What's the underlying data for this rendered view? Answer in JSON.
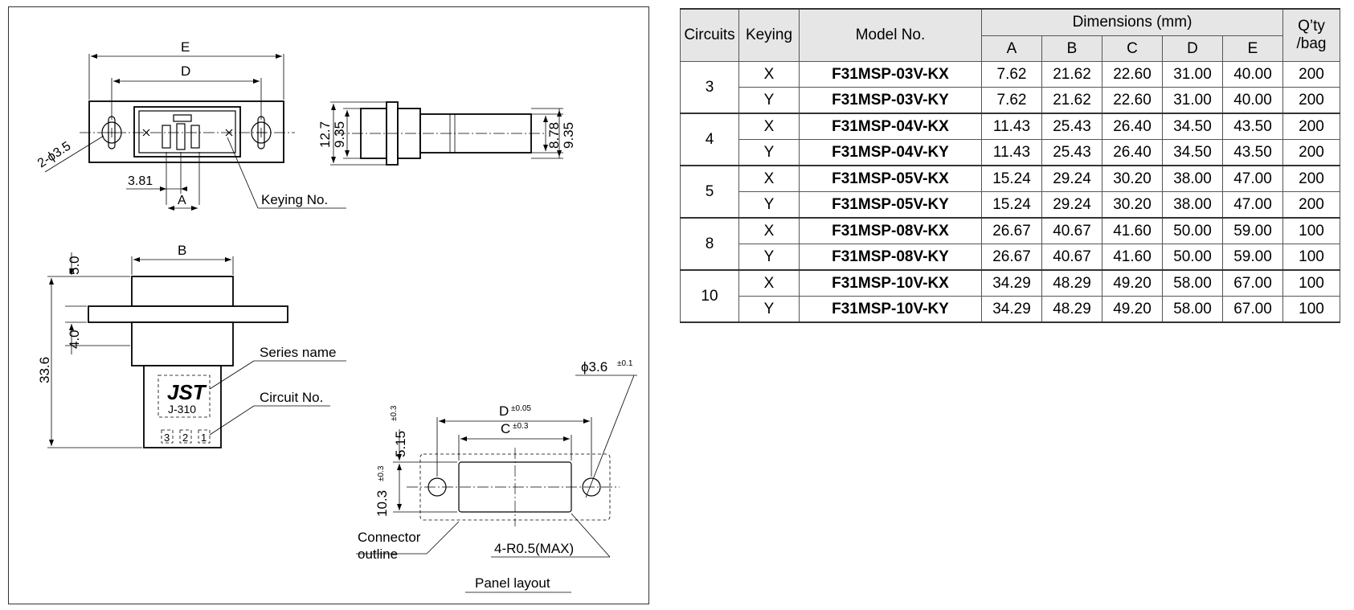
{
  "drawing": {
    "labels": {
      "dim_e": "E",
      "dim_d": "D",
      "dim_a": "A",
      "dim_b": "B",
      "hole": "2-ϕ3.5",
      "pitch": "3.81",
      "keying_no": "Keying No.",
      "h_127": "12.7",
      "h_935_left": "9.35",
      "h_878": "8.78",
      "h_935_right": "9.35",
      "v_50": "5.0",
      "v_40": "4.0",
      "v_336": "33.6",
      "series_name": "Series name",
      "circuit_no": "Circuit No.",
      "logo_text": "JST",
      "series_code": "J-310",
      "pin_3": "3",
      "pin_2": "2",
      "pin_1": "1",
      "panel_d": "D",
      "panel_d_tol": "±0.05",
      "panel_c": "C",
      "panel_c_tol": "±0.3",
      "panel_515": "5.15",
      "panel_515_tol": "±0.3",
      "panel_103": "10.3",
      "panel_103_tol": "±0.3",
      "panel_hole": "ϕ3.6",
      "panel_hole_tol": "±0.1",
      "connector_outline_1": "Connector",
      "connector_outline_2": "outline",
      "radius": "4-R0.5(MAX)",
      "panel_layout": "Panel layout"
    }
  },
  "table": {
    "headers": {
      "circuits": "Circuits",
      "keying": "Keying",
      "model": "Model No.",
      "dimensions": "Dimensions (mm)",
      "qty_1": "Q’ty",
      "qty_2": "/bag",
      "cols": [
        "A",
        "B",
        "C",
        "D",
        "E"
      ]
    },
    "groups": [
      {
        "circuits": "3",
        "rows": [
          {
            "keying": "X",
            "model": "F31MSP-03V-KX",
            "dims": [
              "7.62",
              "21.62",
              "22.60",
              "31.00",
              "40.00"
            ],
            "qty": "200"
          },
          {
            "keying": "Y",
            "model": "F31MSP-03V-KY",
            "dims": [
              "7.62",
              "21.62",
              "22.60",
              "31.00",
              "40.00"
            ],
            "qty": "200"
          }
        ]
      },
      {
        "circuits": "4",
        "rows": [
          {
            "keying": "X",
            "model": "F31MSP-04V-KX",
            "dims": [
              "11.43",
              "25.43",
              "26.40",
              "34.50",
              "43.50"
            ],
            "qty": "200"
          },
          {
            "keying": "Y",
            "model": "F31MSP-04V-KY",
            "dims": [
              "11.43",
              "25.43",
              "26.40",
              "34.50",
              "43.50"
            ],
            "qty": "200"
          }
        ]
      },
      {
        "circuits": "5",
        "rows": [
          {
            "keying": "X",
            "model": "F31MSP-05V-KX",
            "dims": [
              "15.24",
              "29.24",
              "30.20",
              "38.00",
              "47.00"
            ],
            "qty": "200"
          },
          {
            "keying": "Y",
            "model": "F31MSP-05V-KY",
            "dims": [
              "15.24",
              "29.24",
              "30.20",
              "38.00",
              "47.00"
            ],
            "qty": "200"
          }
        ]
      },
      {
        "circuits": "8",
        "rows": [
          {
            "keying": "X",
            "model": "F31MSP-08V-KX",
            "dims": [
              "26.67",
              "40.67",
              "41.60",
              "50.00",
              "59.00"
            ],
            "qty": "100"
          },
          {
            "keying": "Y",
            "model": "F31MSP-08V-KY",
            "dims": [
              "26.67",
              "40.67",
              "41.60",
              "50.00",
              "59.00"
            ],
            "qty": "100"
          }
        ]
      },
      {
        "circuits": "10",
        "rows": [
          {
            "keying": "X",
            "model": "F31MSP-10V-KX",
            "dims": [
              "34.29",
              "48.29",
              "49.20",
              "58.00",
              "67.00"
            ],
            "qty": "100"
          },
          {
            "keying": "Y",
            "model": "F31MSP-10V-KY",
            "dims": [
              "34.29",
              "48.29",
              "49.20",
              "58.00",
              "67.00"
            ],
            "qty": "100"
          }
        ]
      }
    ]
  }
}
